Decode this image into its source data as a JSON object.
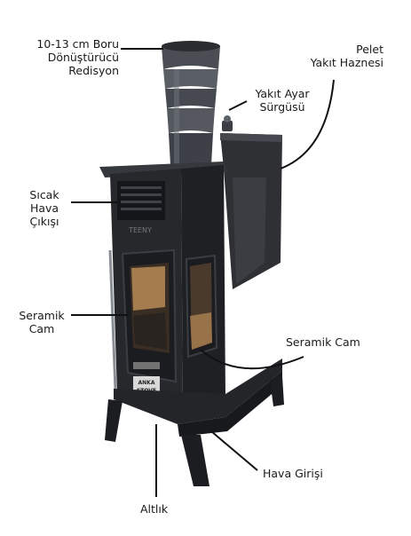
{
  "labels": {
    "reducer": [
      "10-13 cm  Boru",
      "Dönüştürücü",
      "Redisyon"
    ],
    "pellet_hopper": [
      "Pelet",
      "Yakıt Haznesi"
    ],
    "fuel_slider": [
      "Yakıt Ayar",
      "Sürgüsü"
    ],
    "hot_air_outlet": [
      "Sıcak",
      "Hava",
      "Çıkışı"
    ],
    "ceramic_glass_left": [
      "Seramik",
      "Cam"
    ],
    "ceramic_glass_right": "Seramik Cam",
    "air_inlet": "Hava Girişi",
    "base": "Altlık"
  },
  "stove_markings": {
    "model": "TEENY",
    "brand_top": "ANKA",
    "brand_bottom": "STOVE"
  },
  "colors": {
    "body": "#2b2d31",
    "body_dark": "#1c1d20",
    "body_light": "#44474d",
    "steel": "#555a60",
    "wood": "#b98a55",
    "line": "#111111"
  }
}
